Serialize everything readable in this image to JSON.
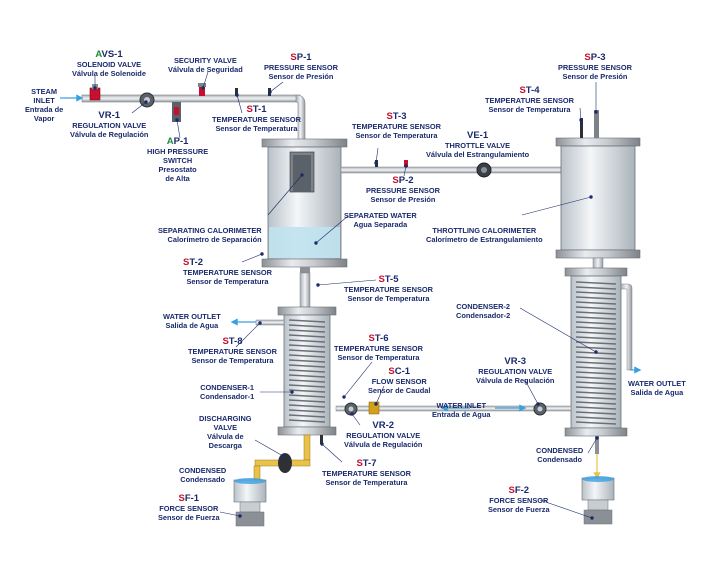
{
  "colors": {
    "text": "#1a2a6c",
    "sensor_prefix": "#c8102e",
    "alarm_prefix": "#1f8a3a",
    "arrow": "#3aa0e0",
    "steel": "#9aa0a6",
    "water": "#bfe3ee"
  },
  "labels": {
    "avs1": {
      "prefix": "A",
      "code": "VS-1",
      "title": "SOLENOID VALVE",
      "subtitle": "Válvula de Solenoide"
    },
    "steam_inlet": {
      "title": "STEAM",
      "title2": "INLET",
      "subtitle": "Entrada de",
      "subtitle2": "Vapor"
    },
    "vr1": {
      "code": "VR-1",
      "title": "REGULATION VALVE",
      "subtitle": "Válvula de Regulación"
    },
    "security_valve": {
      "title": "SECURITY VALVE",
      "subtitle": "Válvula de Seguridad"
    },
    "sp1": {
      "prefix": "S",
      "code": "P-1",
      "title": "PRESSURE SENSOR",
      "subtitle": "Sensor de Presión"
    },
    "st1": {
      "prefix": "S",
      "code": "T-1",
      "title": "TEMPERATURE SENSOR",
      "subtitle": "Sensor de Temperatura"
    },
    "ap1": {
      "prefix": "A",
      "code": "P-1",
      "title": "HIGH PRESSURE",
      "title2": "SWITCH",
      "subtitle": "Presostato",
      "subtitle2": "de Alta"
    },
    "st3": {
      "prefix": "S",
      "code": "T-3",
      "title": "TEMPERATURE SENSOR",
      "subtitle": "Sensor de Temperatura"
    },
    "ve1": {
      "code": "VE-1",
      "title": "THROTTLE VALVE",
      "subtitle": "Válvula del Estrangulamiento"
    },
    "sp2": {
      "prefix": "S",
      "code": "P-2",
      "title": "PRESSURE SENSOR",
      "subtitle": "Sensor de Presión"
    },
    "sp3": {
      "prefix": "S",
      "code": "P-3",
      "title": "PRESSURE SENSOR",
      "subtitle": "Sensor de Presión"
    },
    "st4": {
      "prefix": "S",
      "code": "T-4",
      "title": "TEMPERATURE SENSOR",
      "subtitle": "Sensor de Temperatura"
    },
    "separating_calorimeter": {
      "title": "SEPARATING CALORIMETER",
      "subtitle": "Calorímetro de Separación"
    },
    "separated_water": {
      "title": "SEPARATED WATER",
      "subtitle": "Agua Separada"
    },
    "throttling_calorimeter": {
      "title": "THROTTLING CALORIMETER",
      "subtitle": "Calorímetro de Estrangulamiento"
    },
    "st2": {
      "prefix": "S",
      "code": "T-2",
      "title": "TEMPERATURE SENSOR",
      "subtitle": "Sensor de Temperatura"
    },
    "st5": {
      "prefix": "S",
      "code": "T-5",
      "title": "TEMPERATURE SENSOR",
      "subtitle": "Sensor de Temperatura"
    },
    "water_outlet_left": {
      "title": "WATER OUTLET",
      "subtitle": "Salida de Agua"
    },
    "condenser2": {
      "title": "CONDENSER-2",
      "subtitle": "Condensador-2"
    },
    "st8": {
      "prefix": "S",
      "code": "T-8",
      "title": "TEMPERATURE SENSOR",
      "subtitle": "Sensor de Temperatura"
    },
    "st6": {
      "prefix": "S",
      "code": "T-6",
      "title": "TEMPERATURE SENSOR",
      "subtitle": "Sensor de Temperatura"
    },
    "vr3": {
      "code": "VR-3",
      "title": "REGULATION VALVE",
      "subtitle": "Válvula de Regulación"
    },
    "sc1": {
      "prefix": "S",
      "code": "C-1",
      "title": "FLOW SENSOR",
      "subtitle": "Sensor de Caudal"
    },
    "condenser1": {
      "title": "CONDENSER-1",
      "subtitle": "Condensador-1"
    },
    "water_outlet_right": {
      "title": "WATER OUTLET",
      "subtitle": "Salida de Agua"
    },
    "water_inlet": {
      "title": "WATER INLET",
      "subtitle": "Entrada de Agua"
    },
    "discharging_valve": {
      "title": "DISCHARGING",
      "title2": "VALVE",
      "subtitle": "Válvula de",
      "subtitle2": "Descarga"
    },
    "vr2": {
      "code": "VR-2",
      "title": "REGULATION VALVE",
      "subtitle": "Válvula de Regulación"
    },
    "condensed_right": {
      "title": "CONDENSED",
      "subtitle": "Condensado"
    },
    "st7": {
      "prefix": "S",
      "code": "T-7",
      "title": "TEMPERATURE SENSOR",
      "subtitle": "Sensor de Temperatura"
    },
    "condensed_left": {
      "title": "CONDENSED",
      "subtitle": "Condensado"
    },
    "sf2": {
      "prefix": "S",
      "code": "F-2",
      "title": "FORCE SENSOR",
      "subtitle": "Sensor de Fuerza"
    },
    "sf1": {
      "prefix": "S",
      "code": "F-1",
      "title": "FORCE SENSOR",
      "subtitle": "Sensor de Fuerza"
    }
  }
}
